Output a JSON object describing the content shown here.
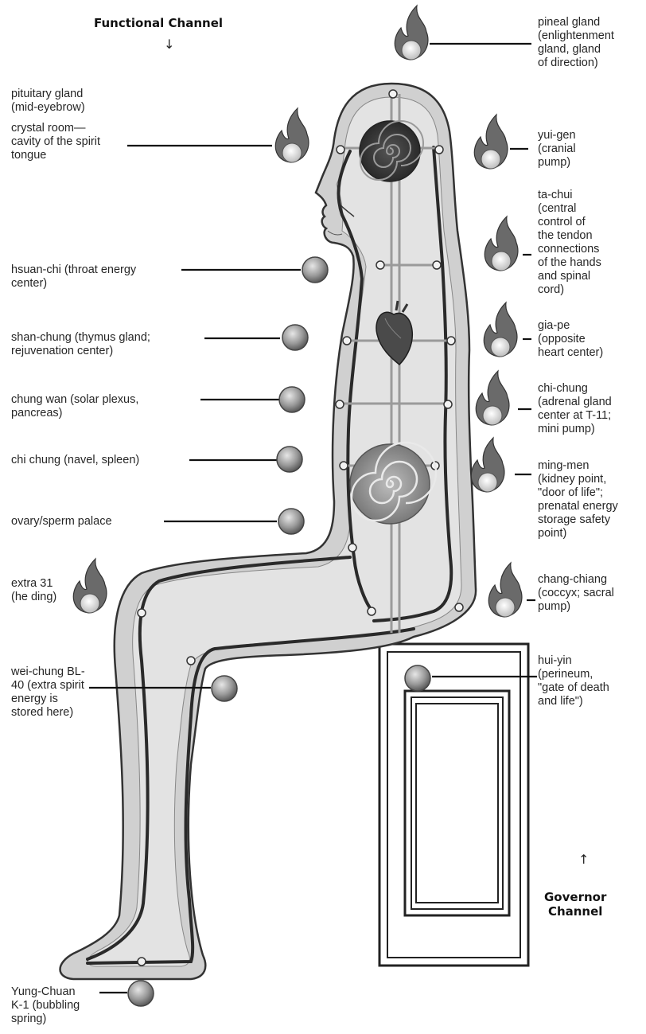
{
  "channels": {
    "functional": "Functional Channel",
    "governor": "Governor\nChannel"
  },
  "colors": {
    "body_fill": "#d0d0d0",
    "body_outline": "#333333",
    "channel_line": "#2a2a2a",
    "flame": "#6a6a6a",
    "ball": "#8a8a8a",
    "label_text": "#262626"
  },
  "points_left": [
    {
      "label": "pituitary gland\n(mid-eyebrow)",
      "marker": "none"
    },
    {
      "label": "crystal room—\ncavity of the spirit\ntongue",
      "marker": "flame"
    },
    {
      "label": "hsuan-chi (throat energy\ncenter)",
      "marker": "ball"
    },
    {
      "label": "shan-chung (thymus gland;\nrejuvenation center)",
      "marker": "ball"
    },
    {
      "label": "chung wan (solar plexus,\npancreas)",
      "marker": "ball"
    },
    {
      "label": "chi chung (navel, spleen)",
      "marker": "ball"
    },
    {
      "label": "ovary/sperm palace",
      "marker": "ball"
    },
    {
      "label": "extra 31\n(he ding)",
      "marker": "flame"
    },
    {
      "label": "wei-chung BL-\n40 (extra spirit\nenergy is\nstored here)",
      "marker": "ball"
    },
    {
      "label": "Yung-Chuan\nK-1 (bubbling\nspring)",
      "marker": "ball"
    }
  ],
  "points_right": [
    {
      "label": "pineal gland\n(enlightenment\ngland, gland\nof direction)",
      "marker": "flame"
    },
    {
      "label": "yui-gen\n(cranial\npump)",
      "marker": "flame"
    },
    {
      "label": "ta-chui\n(central\ncontrol of\nthe tendon\nconnections\nof the hands\nand spinal\ncord)",
      "marker": "flame"
    },
    {
      "label": "gia-pe\n(opposite\nheart center)",
      "marker": "flame"
    },
    {
      "label": "chi-chung\n(adrenal gland\ncenter at T-11;\nmini pump)",
      "marker": "flame"
    },
    {
      "label": "ming-men\n(kidney point,\n\"door of life\";\nprenatal energy\nstorage safety\npoint)",
      "marker": "flame"
    },
    {
      "label": "chang-chiang\n(coccyx; sacral\npump)",
      "marker": "flame"
    },
    {
      "label": "hui-yin\n(perineum,\n\"gate of death\nand life\")",
      "marker": "ball"
    }
  ],
  "icons": {
    "flame": "flame-icon",
    "ball": "energy-ball-icon",
    "heart": "heart-icon",
    "spiral": "spiral-icon",
    "arrow_down": "arrow-down-icon",
    "arrow_up": "arrow-up-icon"
  }
}
